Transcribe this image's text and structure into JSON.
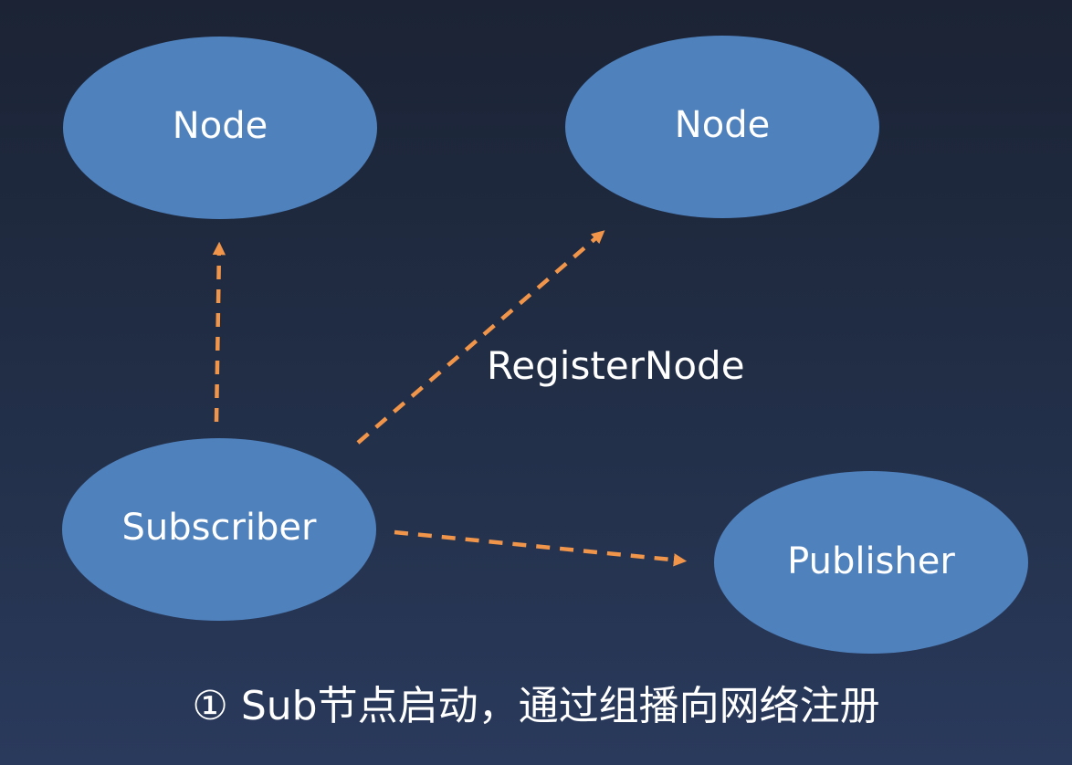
{
  "colors": {
    "node_fill": "#4f81bd",
    "arrow": "#f0954a",
    "text": "#ffffff",
    "background_top": "#1b2334",
    "background_bottom": "#2a3a5c"
  },
  "nodes": {
    "node_top_left": {
      "label": "Node"
    },
    "node_top_right": {
      "label": "Node"
    },
    "subscriber": {
      "label": "Subscriber"
    },
    "publisher": {
      "label": "Publisher"
    }
  },
  "edges": {
    "register_label": "RegisterNode",
    "style": "dashed",
    "from": "subscriber",
    "to": [
      "node_top_left",
      "node_top_right",
      "publisher"
    ]
  },
  "caption": "① Sub节点启动，通过组播向网络注册"
}
